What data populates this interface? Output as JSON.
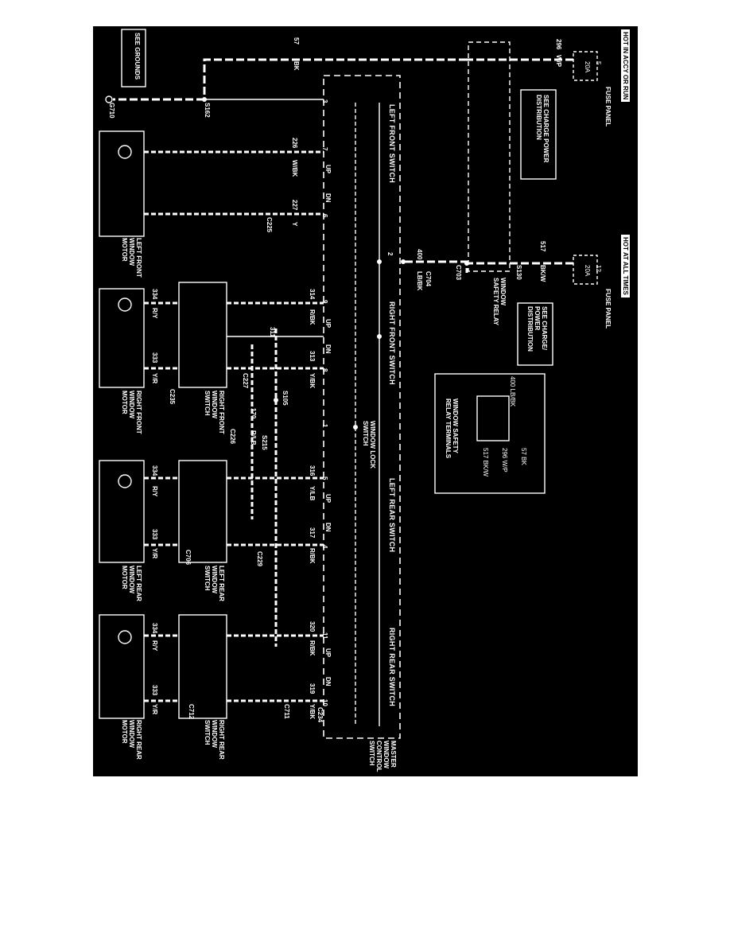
{
  "header": {
    "hot_accy_run": "HOT IN ACCY OR RUN",
    "hot_at_all_times": "HOT AT ALL TIMES"
  },
  "fuse_panel_top": {
    "label": "FUSE PANEL",
    "amp": "20A",
    "number": "5"
  },
  "fuse_panel_mid": {
    "label": "FUSE PANEL",
    "amp": "20A",
    "number": "12"
  },
  "see_grounds": "SEE GROUNDS",
  "see_charge_1": "SEE CHARGE POWER DISTRIBUTION",
  "see_charge_2": "SEE CHARGE/ POWER DISTRIBUTION",
  "relay": {
    "label": "WINDOW SAFETY RELAY"
  },
  "relay_terminals": {
    "title": "WINDOW SAFETY RELAY TERMINALS",
    "t400": "400 LB/BK",
    "t57": "57 BK",
    "t296": "296 W/P",
    "t517": "517 BK/W"
  },
  "switches": {
    "left_front": "LEFT FRONT SWITCH",
    "right_front": "RIGHT FRONT SWITCH",
    "left_rear": "LEFT REAR SWITCH",
    "right_rear": "RIGHT REAR SWITCH",
    "window_lock": "WINDOW LOCK SWITCH",
    "master": "MASTER WINDOW CONTROL SWITCH"
  },
  "motors": {
    "left_front": "LEFT FRONT WINDOW MOTOR",
    "right_front": "RIGHT FRONT WINDOW MOTOR",
    "left_rear": "LEFT REAR WINDOW MOTOR",
    "right_rear": "RIGHT REAR WINDOW MOTOR"
  },
  "door_switches": {
    "right_front": "RIGHT FRONT WINDOW SWITCH",
    "left_rear": "LEFT REAR WINDOW SWITCH",
    "right_rear": "RIGHT REAR WINDOW SWITCH"
  },
  "pos": {
    "up": "UP",
    "dn": "DN"
  },
  "wires": {
    "w296": "296",
    "wp": "W/P",
    "w57": "57",
    "bk": "BK",
    "w517": "517",
    "bkw": "BK/W",
    "w400": "400",
    "lbbk": "LB/BK",
    "w226": "226",
    "wbk": "W/BK",
    "w227": "227",
    "y": "Y",
    "w314": "314",
    "rbk": "R/BK",
    "w313": "313",
    "ybk": "Y/BK",
    "w170": "170",
    "rlb": "R/LB",
    "w334": "334",
    "ry": "R/Y",
    "w333": "333",
    "yr": "Y/R",
    "w316": "316",
    "ylb": "Y/LB",
    "w317": "317",
    "w320": "320",
    "w319": "319",
    "rlb2": "R/LB",
    "w311": "311"
  },
  "connectors": {
    "s130": "S130",
    "c703": "C703",
    "c704": "C704",
    "s162": "S162",
    "g710": "G710",
    "c225": "C225",
    "c227": "C227",
    "c235": "C235",
    "s105": "S105",
    "s215": "S215",
    "c226": "C226",
    "c706": "C706",
    "c229": "C229",
    "c712": "C712",
    "c711": "C711",
    "c234": "C234"
  },
  "pins": {
    "p1": "1",
    "p2": "2",
    "p3": "3",
    "p4": "4",
    "p5": "5",
    "p6": "6",
    "p7": "7",
    "p8": "8",
    "p9": "9",
    "p10": "10",
    "p11": "11"
  },
  "colors": {
    "background": "#000000",
    "wire": "#ffffff",
    "paper": "#ffffff"
  }
}
